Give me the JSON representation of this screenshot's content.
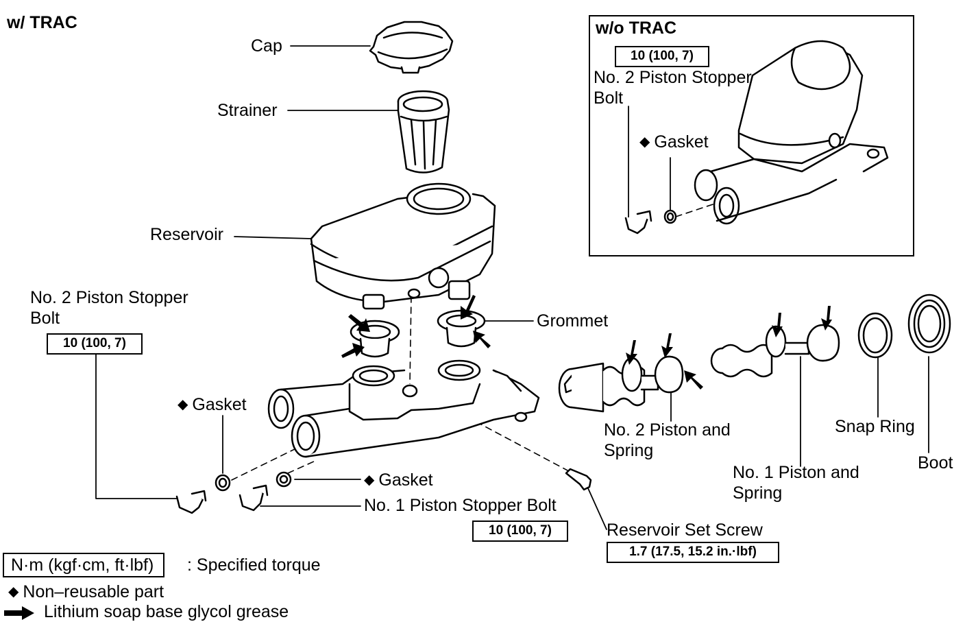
{
  "headers": {
    "with_trac": "w/ TRAC",
    "without_trac": "w/o TRAC"
  },
  "parts": {
    "cap": "Cap",
    "strainer": "Strainer",
    "reservoir": "Reservoir",
    "grommet": "Grommet",
    "no2_stopper_bolt_line1": "No. 2 Piston Stopper",
    "no2_stopper_bolt_line2": "Bolt",
    "gasket": "Gasket",
    "gasket_2": "Gasket",
    "no1_stopper_bolt": "No. 1 Piston Stopper Bolt",
    "reservoir_set_screw": "Reservoir Set Screw",
    "no2_piston_line1": "No. 2 Piston and",
    "no2_piston_line2": "Spring",
    "no1_piston_line1": "No. 1 Piston and",
    "no1_piston_line2": "Spring",
    "snap_ring": "Snap Ring",
    "boot": "Boot"
  },
  "inset": {
    "torque": "10 (100, 7)",
    "no2_stopper_bolt_line1": "No. 2 Piston Stopper",
    "no2_stopper_bolt_line2": "Bolt",
    "gasket": "Gasket"
  },
  "torques": {
    "no2_stopper_bolt": "10 (100, 7)",
    "no1_stopper_bolt": "10 (100, 7)",
    "reservoir_set_screw": "1.7 (17.5, 15.2 in.·lbf)"
  },
  "legend": {
    "torque_units": "N·m (kgf·cm, ft·lbf)",
    "torque_meaning": ": Specified torque",
    "non_reusable": "Non–reusable part",
    "grease": "Lithium soap base glycol grease"
  },
  "symbols": {
    "non_reusable": "diamond-icon",
    "grease": "grease-arrow-icon"
  }
}
